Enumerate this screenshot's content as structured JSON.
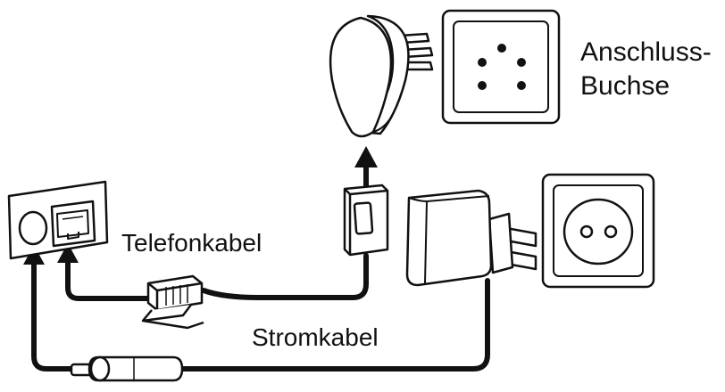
{
  "labels": {
    "socket_line1": "Anschluss-",
    "socket_line2": "Buchse",
    "phone_cable": "Telefonkabel",
    "power_cable": "Stromkabel"
  },
  "colors": {
    "ink": "#111111",
    "paper": "#ffffff",
    "shade": "#e6e6e6"
  }
}
